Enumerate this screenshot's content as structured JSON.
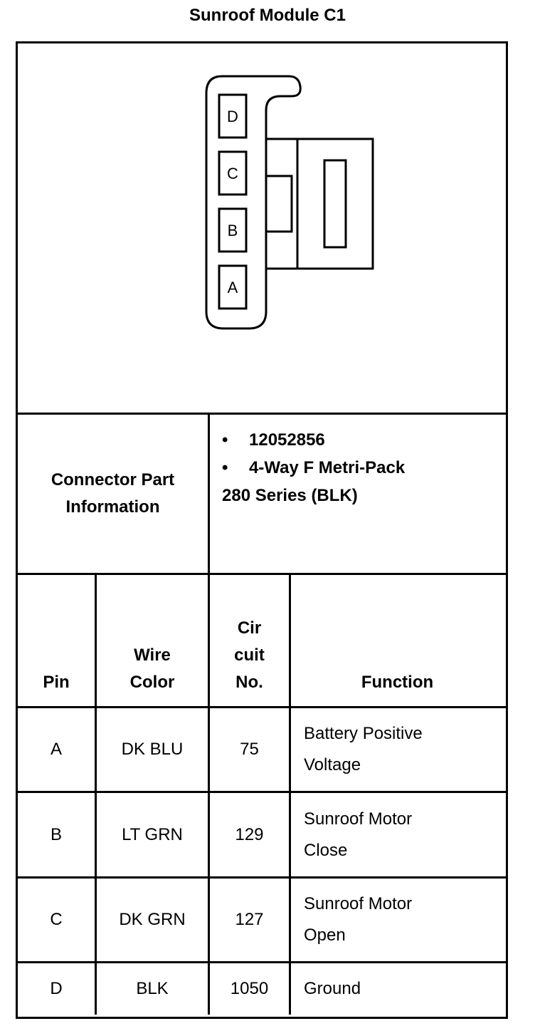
{
  "title": "Sunroof Module C1",
  "connector": {
    "pin_labels": [
      "D",
      "C",
      "B",
      "A"
    ]
  },
  "part_info": {
    "label_line1": "Connector Part",
    "label_line2": "Information",
    "bullet": "•",
    "part_number": "12052856",
    "description_line1": "4-Way F Metri-Pack",
    "description_line2": "280 Series (BLK)"
  },
  "table": {
    "headers": {
      "pin": "Pin",
      "wire_color_line1": "Wire",
      "wire_color_line2": "Color",
      "circuit_line1": "Cir",
      "circuit_line2": "cuit",
      "circuit_line3": "No.",
      "function": "Function"
    },
    "rows": [
      {
        "pin": "A",
        "wire_color": "DK BLU",
        "circuit": "75",
        "function_line1": "Battery Positive",
        "function_line2": "Voltage"
      },
      {
        "pin": "B",
        "wire_color": "LT GRN",
        "circuit": "129",
        "function_line1": "Sunroof Motor",
        "function_line2": "Close"
      },
      {
        "pin": "C",
        "wire_color": "DK GRN",
        "circuit": "127",
        "function_line1": "Sunroof Motor",
        "function_line2": "Open"
      },
      {
        "pin": "D",
        "wire_color": "BLK",
        "circuit": "1050",
        "function_line1": "Ground",
        "function_line2": ""
      }
    ]
  }
}
